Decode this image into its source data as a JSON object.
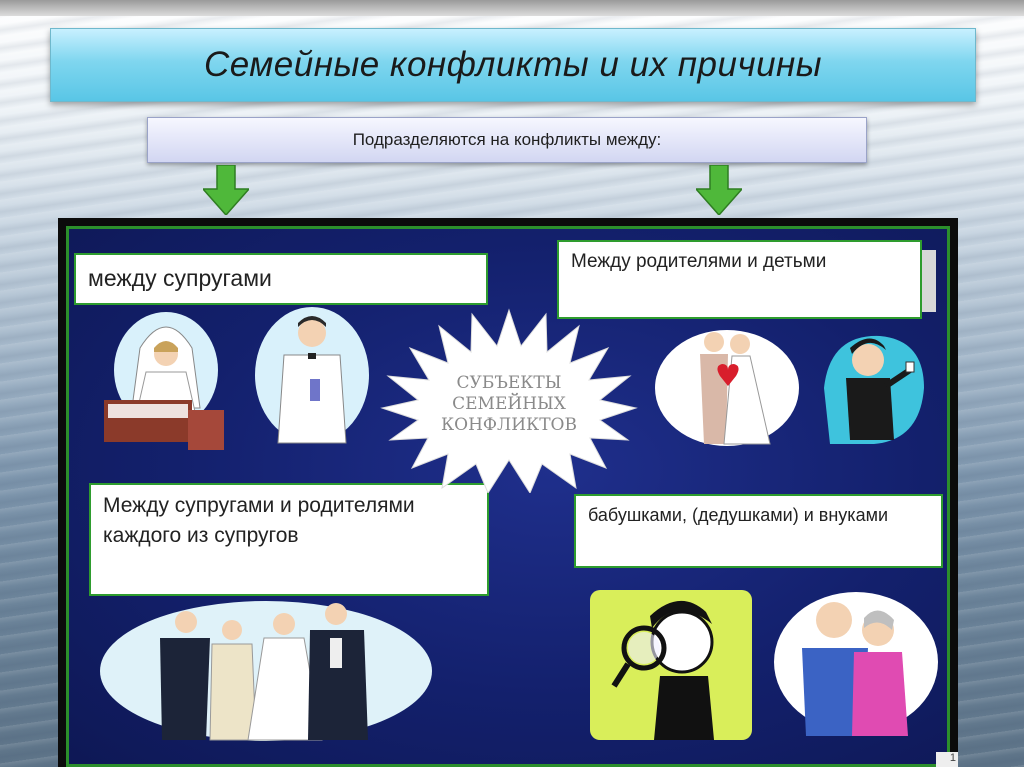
{
  "slide": {
    "title": "Семейные конфликты и их причины",
    "subtitle": "Подразделяются на конфликты между:",
    "boxes": {
      "spouses": "между супругами",
      "parents_children": "Между родителями  и детьми",
      "spouses_parents": "Между супругами и родителями  каждого из супругов",
      "grandparents": "бабушками, (дедушками) и внуками"
    },
    "star_text": "СУБЪЕКТЫ СЕМЕЙНЫХ КОНФЛИКТОВ",
    "slide_number": "1"
  },
  "colors": {
    "title_bg": "#59c6e6",
    "panel_bg": "#13206c",
    "box_border": "#2e9c2e",
    "arrow": "#4fb83a"
  }
}
